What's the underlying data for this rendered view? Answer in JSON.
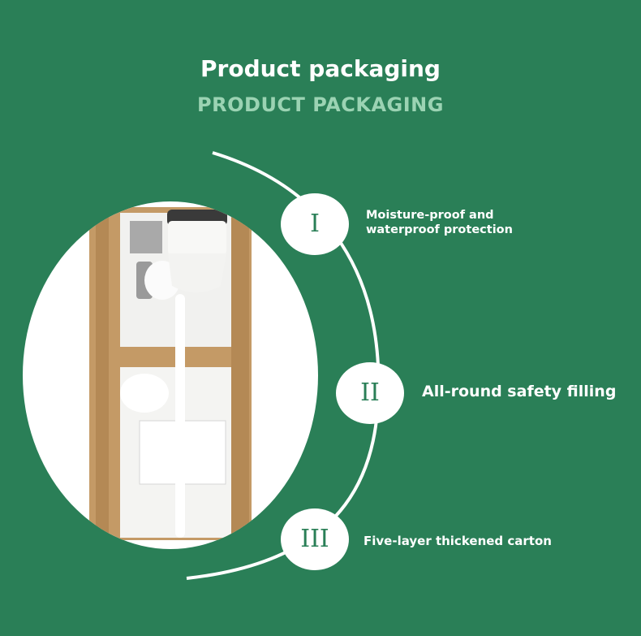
{
  "header": {
    "title": "Product packaging",
    "subtitle": "PRODUCT PACKAGING"
  },
  "features": [
    {
      "numeral": "I",
      "label": "Moisture-proof and waterproof protection"
    },
    {
      "numeral": "II",
      "label": "All-round safety filling"
    },
    {
      "numeral": "III",
      "label": "Five-layer thickened carton"
    }
  ],
  "colors": {
    "background": "#2a7f57",
    "subtitle": "#9bd3b3",
    "numeral": "#2a7f57"
  },
  "icons": [
    "packaging-photo",
    "roman-numeral-badge"
  ]
}
